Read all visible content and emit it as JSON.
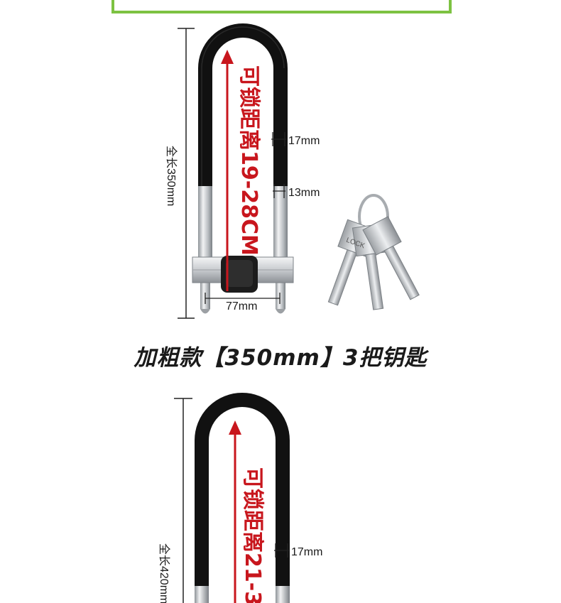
{
  "caption": "加粗款【350mm】3把钥匙",
  "product1": {
    "total_length": "全长350mm",
    "lock_distance": "可锁距离19-28CM",
    "bar_thickness_1": "17mm",
    "bar_thickness_2": "13mm",
    "width": "77mm",
    "key_label": "LOCK"
  },
  "product2": {
    "total_length": "全长420mm",
    "lock_distance": "可锁距离21-3",
    "bar_thickness_1": "17mm"
  },
  "colors": {
    "frame_green": "#7dc242",
    "arrow_red": "#c8161d",
    "shackle_black": "#111111",
    "steel": "#c9ccd0"
  }
}
